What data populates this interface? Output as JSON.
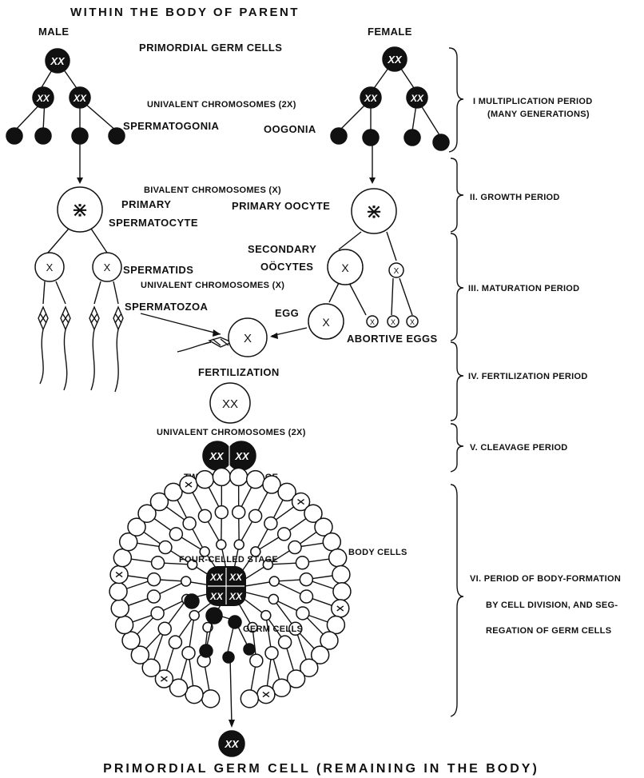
{
  "labels": {
    "top_title": "WITHIN THE BODY OF PARENT",
    "male": "MALE",
    "female": "FEMALE",
    "primordial_germ_cells": "PRIMORDIAL GERM CELLS",
    "univalent_2x_top": "UNIVALENT CHROMOSOMES (2X)",
    "spermatogonia": "SPERMATOGONIA",
    "oogonia": "OOGONIA",
    "bivalent": "BIVALENT CHROMOSOMES (X)",
    "primary": "PRIMARY",
    "spermatocyte": "SPERMATOCYTE",
    "primary_oocyte": "PRIMARY OOCYTE",
    "secondary": "SECONDARY",
    "oocytes": "OÖCYTES",
    "spermatids": "SPERMATIDS",
    "univalent_x": "UNIVALENT CHROMOSOMES (X)",
    "spermatozoa": "SPERMATOZOA",
    "egg": "EGG",
    "abortive_eggs": "ABORTIVE EGGS",
    "fertilization": "FERTILIZATION",
    "univalent_2x_bottom": "UNIVALENT CHROMOSOMES (2X)",
    "two_celled": "TWO-CELLED STAGE",
    "four_celled": "FOUR-CELLED STAGE",
    "body_cells": "BODY CELLS",
    "germ_cells": "GERM CELLS",
    "bottom_title": "PRIMORDIAL GERM CELL (REMAINING IN THE BODY)"
  },
  "chromosome_marks": {
    "xx": "XX",
    "x": "X",
    "bivalent_symbol": "⋇"
  },
  "periods": [
    {
      "line1": "I   MULTIPLICATION PERIOD",
      "line2": "(MANY GENERATIONS)"
    },
    {
      "line1": "II.  GROWTH PERIOD",
      "line2": ""
    },
    {
      "line1": "III.  MATURATION PERIOD",
      "line2": ""
    },
    {
      "line1": "IV.  FERTILIZATION PERIOD",
      "line2": ""
    },
    {
      "line1": "V.  CLEAVAGE PERIOD",
      "line2": ""
    },
    {
      "line1": "VI.  PERIOD OF BODY-FORMATION",
      "line2": "BY CELL DIVISION, AND SEG-",
      "line3": "REGATION OF GERM CELLS"
    }
  ]
}
